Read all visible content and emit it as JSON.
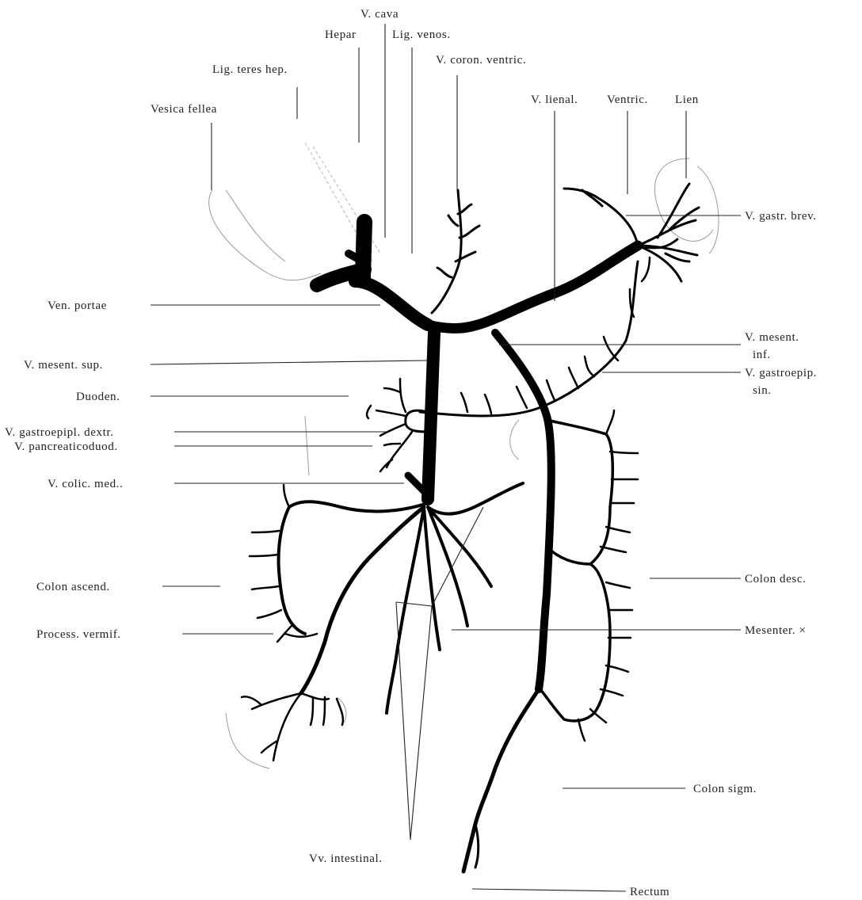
{
  "labels": {
    "v_cava": "V. cava",
    "hepar": "Hepar",
    "lig_venos": "Lig. venos.",
    "lig_teres": "Lig. teres hep.",
    "v_coron": "V. coron. ventric.",
    "vesica": "Vesica fellea",
    "v_lienal": "V. lienal.",
    "ventric": "Ventric.",
    "lien": "Lien",
    "v_gastr_brev": "V. gastr. brev.",
    "ven_portae": "Ven. portae",
    "v_mesent_inf_1": "V. mesent.",
    "v_mesent_inf_2": "inf.",
    "v_mesent_sup": "V. mesent. sup.",
    "v_gastroepip_sin_1": "V. gastroepip.",
    "v_gastroepip_sin_2": "sin.",
    "duoden": "Duoden.",
    "v_gastroepipl_dextr": "V. gastroepipl. dextr.",
    "v_pancreaticoduod": "V. pancreaticoduod.",
    "v_colic_med": "V. colic. med..",
    "colon_ascend": "Colon ascend.",
    "colon_desc": "Colon desc.",
    "mesenter": "Mesenter. ×",
    "process_vermif": "Process. vermif.",
    "colon_sigm": "Colon sigm.",
    "vv_intestinal": "Vv. intestinal.",
    "rectum": "Rectum"
  }
}
